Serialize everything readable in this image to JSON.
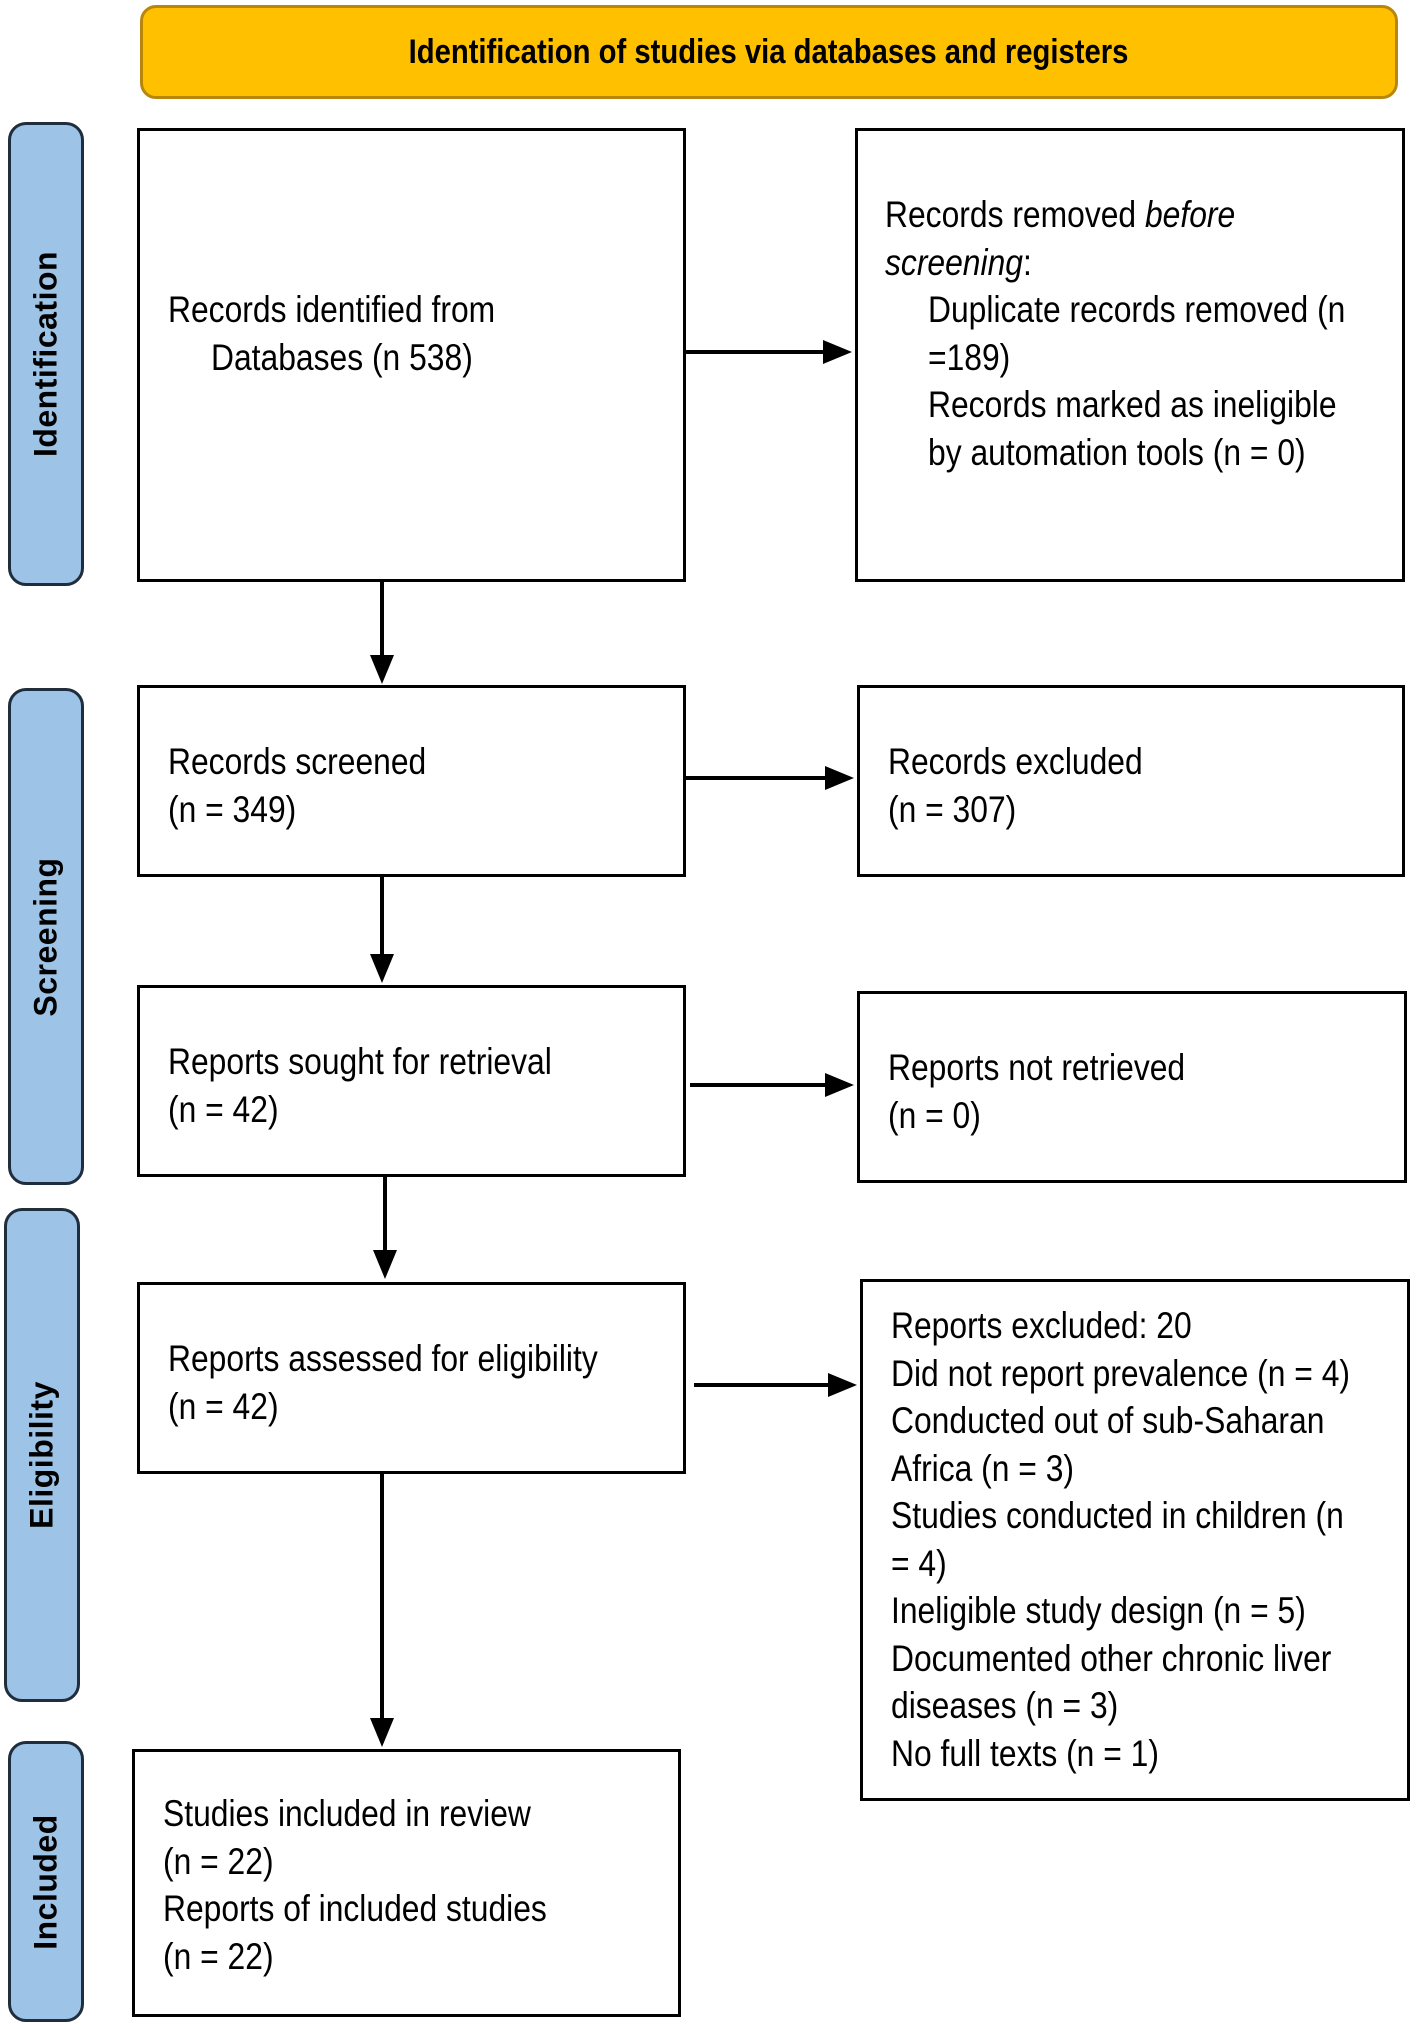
{
  "header": {
    "title": "Identification of studies via databases and registers"
  },
  "phases": {
    "identification": "Identification",
    "screening": "Screening",
    "eligibility": "Eligibility",
    "included": "Included"
  },
  "boxes": {
    "identified": {
      "line1": "Records identified from",
      "line2": "Databases (n 538)"
    },
    "removed": {
      "line1a": "Records removed ",
      "line1b": "before",
      "line2a": "screening",
      "line2b": ":",
      "line3": "Duplicate records removed (n",
      "line4": "=189)",
      "line5": "Records marked as ineligible",
      "line6": "by automation tools (n = 0)"
    },
    "screened": {
      "line1": "Records screened",
      "line2": "(n = 349)"
    },
    "excluded": {
      "line1": "Records excluded",
      "line2": "(n = 307)"
    },
    "sought": {
      "line1": "Reports sought for retrieval",
      "line2": "(n = 42)"
    },
    "not_retrieved": {
      "line1": "Reports not retrieved",
      "line2": "(n = 0)"
    },
    "assessed": {
      "line1": "Reports assessed for eligibility",
      "line2": "(n = 42)"
    },
    "reports_excluded": {
      "lines": [
        "Reports excluded: 20",
        "Did not report prevalence (n = 4)",
        "Conducted out of sub-Saharan",
        "Africa (n = 3)",
        "Studies conducted in children (n",
        "= 4)",
        "Ineligible study design (n = 5)",
        "Documented other chronic liver",
        "diseases (n = 3)",
        "No full texts (n = 1)"
      ]
    },
    "included": {
      "line1": "Studies included in review",
      "line2": "(n = 22)",
      "line3": "Reports of included studies",
      "line4": "(n = 22)"
    }
  },
  "colors": {
    "header_fill": "#FFC000",
    "phase_fill": "#9DC3E6",
    "box_border": "#000000"
  }
}
